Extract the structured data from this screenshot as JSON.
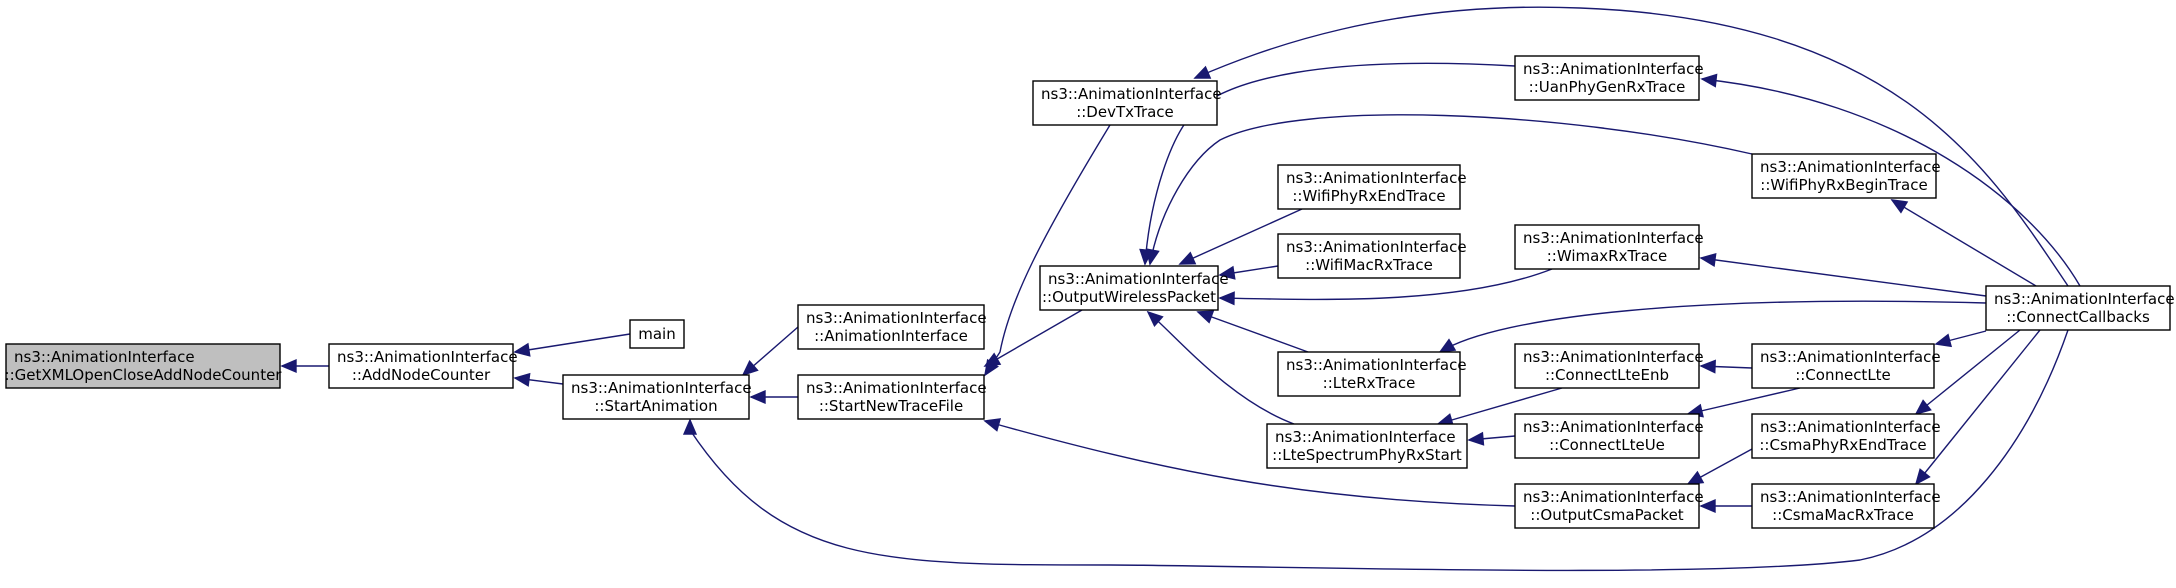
{
  "graph": {
    "nodes": [
      {
        "id": "n0",
        "lines": [
          "ns3::AnimationInterface",
          "::GetXMLOpenCloseAddNodeCounter"
        ],
        "root": true
      },
      {
        "id": "n1",
        "lines": [
          "ns3::AnimationInterface",
          "::AddNodeCounter"
        ]
      },
      {
        "id": "n2",
        "lines": [
          "main"
        ]
      },
      {
        "id": "n3",
        "lines": [
          "ns3::AnimationInterface",
          "::StartAnimation"
        ]
      },
      {
        "id": "n4",
        "lines": [
          "ns3::AnimationInterface",
          "::AnimationInterface"
        ]
      },
      {
        "id": "n5",
        "lines": [
          "ns3::AnimationInterface",
          "::StartNewTraceFile"
        ]
      },
      {
        "id": "n6",
        "lines": [
          "ns3::AnimationInterface",
          "::DevTxTrace"
        ]
      },
      {
        "id": "n7",
        "lines": [
          "ns3::AnimationInterface",
          "::OutputWirelessPacket"
        ]
      },
      {
        "id": "n8",
        "lines": [
          "ns3::AnimationInterface",
          "::ConnectCallbacks"
        ]
      },
      {
        "id": "n9",
        "lines": [
          "ns3::AnimationInterface",
          "::UanPhyGenRxTrace"
        ]
      },
      {
        "id": "n10",
        "lines": [
          "ns3::AnimationInterface",
          "::WifiPhyRxBeginTrace"
        ]
      },
      {
        "id": "n11",
        "lines": [
          "ns3::AnimationInterface",
          "::WifiPhyRxEndTrace"
        ]
      },
      {
        "id": "n12",
        "lines": [
          "ns3::AnimationInterface",
          "::WifiMacRxTrace"
        ]
      },
      {
        "id": "n13",
        "lines": [
          "ns3::AnimationInterface",
          "::WimaxRxTrace"
        ]
      },
      {
        "id": "n14",
        "lines": [
          "ns3::AnimationInterface",
          "::LteRxTrace"
        ]
      },
      {
        "id": "n15",
        "lines": [
          "ns3::AnimationInterface",
          "::LteSpectrumPhyRxStart"
        ]
      },
      {
        "id": "n16",
        "lines": [
          "ns3::AnimationInterface",
          "::ConnectLteEnb"
        ]
      },
      {
        "id": "n17",
        "lines": [
          "ns3::AnimationInterface",
          "::ConnectLte"
        ]
      },
      {
        "id": "n18",
        "lines": [
          "ns3::AnimationInterface",
          "::ConnectLteUe"
        ]
      },
      {
        "id": "n19",
        "lines": [
          "ns3::AnimationInterface",
          "::OutputCsmaPacket"
        ]
      },
      {
        "id": "n20",
        "lines": [
          "ns3::AnimationInterface",
          "::CsmaPhyRxEndTrace"
        ]
      },
      {
        "id": "n21",
        "lines": [
          "ns3::AnimationInterface",
          "::CsmaMacRxTrace"
        ]
      }
    ],
    "edges": [
      {
        "from": "n1",
        "to": "n0"
      },
      {
        "from": "n2",
        "to": "n1"
      },
      {
        "from": "n3",
        "to": "n1"
      },
      {
        "from": "n4",
        "to": "n3"
      },
      {
        "from": "n5",
        "to": "n3"
      },
      {
        "from": "n8",
        "to": "n3"
      },
      {
        "from": "n6",
        "to": "n5"
      },
      {
        "from": "n7",
        "to": "n5"
      },
      {
        "from": "n19",
        "to": "n5"
      },
      {
        "from": "n8",
        "to": "n6"
      },
      {
        "from": "n9",
        "to": "n7"
      },
      {
        "from": "n10",
        "to": "n7"
      },
      {
        "from": "n11",
        "to": "n7"
      },
      {
        "from": "n12",
        "to": "n7"
      },
      {
        "from": "n13",
        "to": "n7"
      },
      {
        "from": "n14",
        "to": "n7"
      },
      {
        "from": "n15",
        "to": "n7"
      },
      {
        "from": "n8",
        "to": "n9"
      },
      {
        "from": "n8",
        "to": "n10"
      },
      {
        "from": "n8",
        "to": "n13"
      },
      {
        "from": "n8",
        "to": "n14"
      },
      {
        "from": "n16",
        "to": "n15"
      },
      {
        "from": "n18",
        "to": "n15"
      },
      {
        "from": "n17",
        "to": "n16"
      },
      {
        "from": "n17",
        "to": "n18"
      },
      {
        "from": "n8",
        "to": "n17"
      },
      {
        "from": "n20",
        "to": "n19"
      },
      {
        "from": "n21",
        "to": "n19"
      },
      {
        "from": "n8",
        "to": "n20"
      },
      {
        "from": "n8",
        "to": "n21"
      }
    ]
  }
}
